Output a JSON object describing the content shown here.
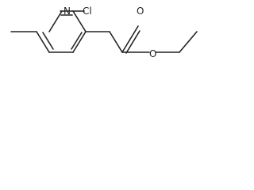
{
  "molecule": {
    "atoms": {
      "nitrogen": "N",
      "chlorine": "Cl",
      "carbonyl_oxygen": "O",
      "ester_oxygen": "O"
    }
  }
}
